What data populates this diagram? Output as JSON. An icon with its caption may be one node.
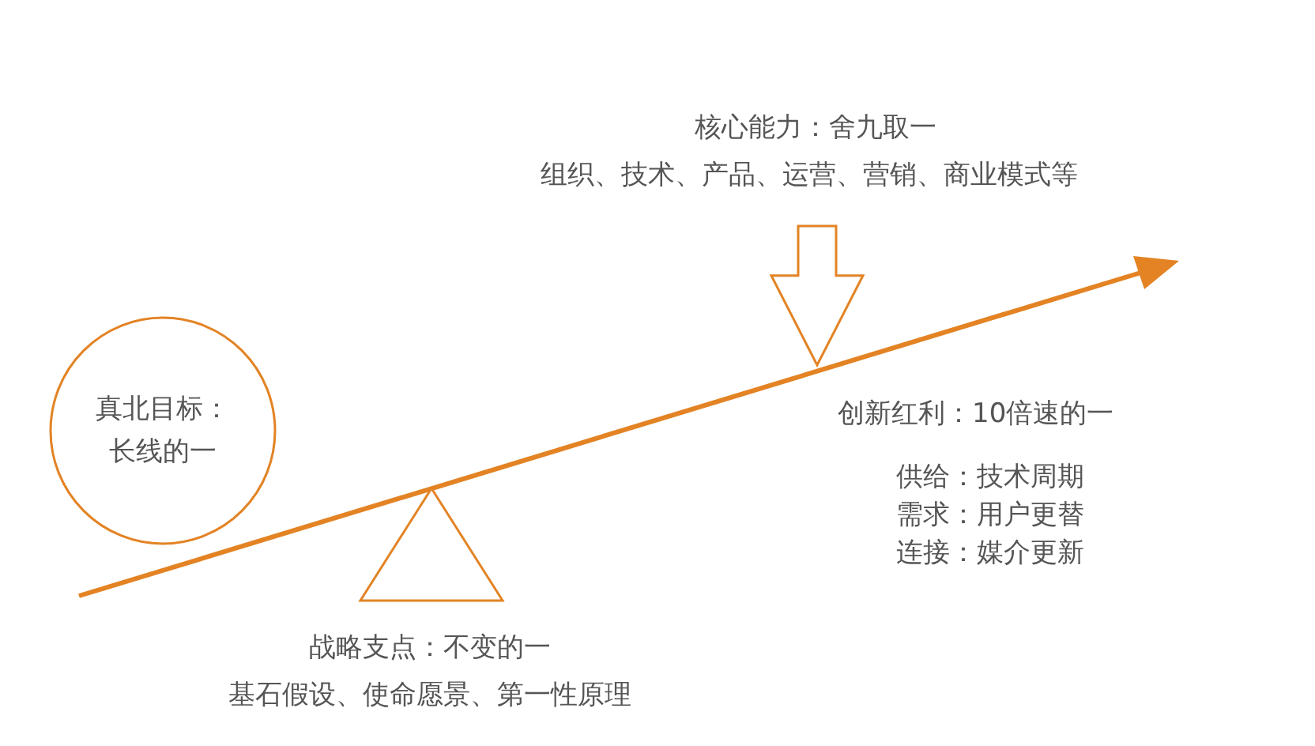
{
  "diagram": {
    "nodes": [
      {
        "text": [
          "真北目标：长线的一"
        ]
      },
      {
        "text": [],
        "shape": "triangle",
        "beside": [
          "战略支点：不变的一",
          "基石假设、使命愿景、第一性原理"
        ]
      },
      {
        "text": [],
        "shape": "arrow",
        "beside": [
          "核心能力：舍九取一",
          "组织、技术、产品、运营、营销、商业模式等"
        ]
      }
    ],
    "edges": [],
    "labels": [
      "创新红利：10倍速的一",
      "供给：技术周期",
      "需求：用户更替",
      "连接：媒介更新"
    ]
  }
}
